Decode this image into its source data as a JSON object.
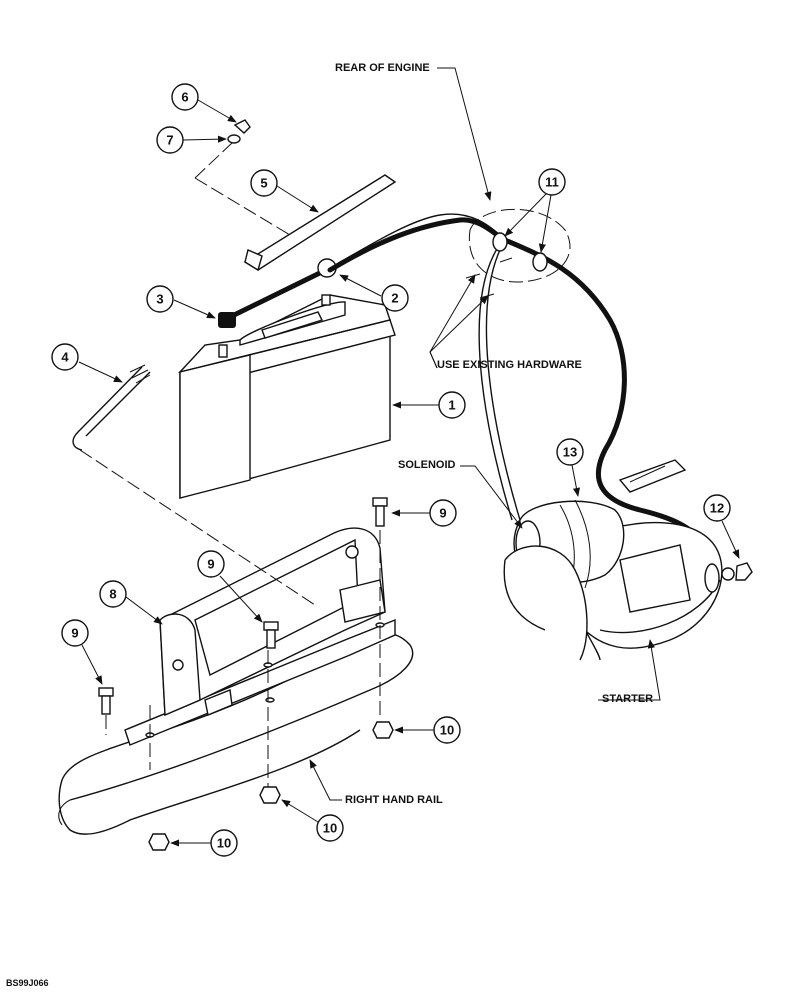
{
  "labels": {
    "rear_of_engine": "REAR OF ENGINE",
    "use_existing_hardware": "USE EXISTING HARDWARE",
    "solenoid": "SOLENOID",
    "starter": "STARTER",
    "right_hand_rail": "RIGHT HAND RAIL",
    "figure_ref": "BS99J066"
  },
  "callouts": [
    "1",
    "2",
    "3",
    "4",
    "5",
    "6",
    "7",
    "8",
    "9",
    "9",
    "9",
    "10",
    "10",
    "10",
    "11",
    "12",
    "13"
  ]
}
